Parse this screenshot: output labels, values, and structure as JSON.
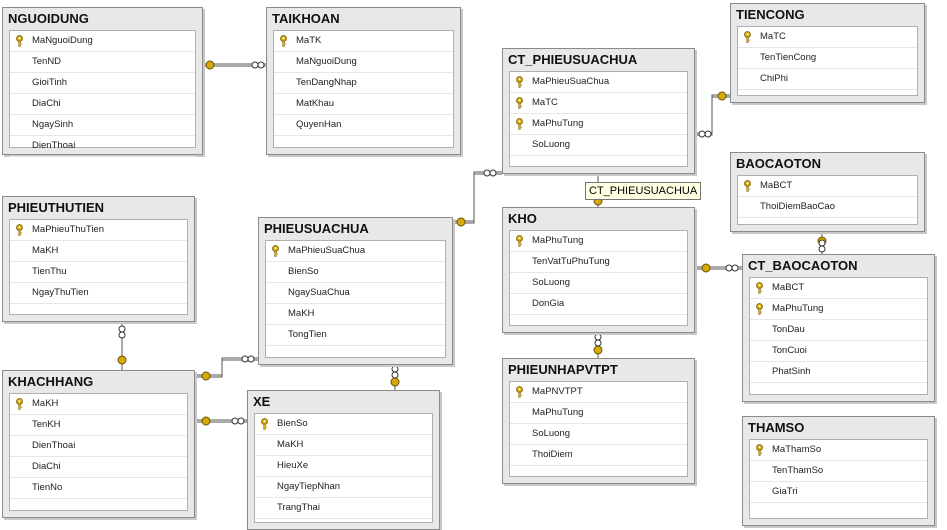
{
  "tables": [
    {
      "name": "NGUOIDUNG",
      "columns": [
        {
          "name": "MaNguoiDung",
          "pk": true
        },
        {
          "name": "TenND"
        },
        {
          "name": "GioiTinh"
        },
        {
          "name": "DiaChi"
        },
        {
          "name": "NgaySinh"
        },
        {
          "name": "DienThoai"
        }
      ]
    },
    {
      "name": "TAIKHOAN",
      "columns": [
        {
          "name": "MaTK",
          "pk": true
        },
        {
          "name": "MaNguoiDung"
        },
        {
          "name": "TenDangNhap"
        },
        {
          "name": "MatKhau"
        },
        {
          "name": "QuyenHan"
        }
      ]
    },
    {
      "name": "CT_PHIEUSUACHUA",
      "columns": [
        {
          "name": "MaPhieuSuaChua",
          "pk": true
        },
        {
          "name": "MaTC",
          "pk": true
        },
        {
          "name": "MaPhuTung",
          "pk": true
        },
        {
          "name": "SoLuong"
        }
      ]
    },
    {
      "name": "TIENCONG",
      "columns": [
        {
          "name": "MaTC",
          "pk": true
        },
        {
          "name": "TenTienCong"
        },
        {
          "name": "ChiPhi"
        }
      ]
    },
    {
      "name": "BAOCAOTON",
      "columns": [
        {
          "name": "MaBCT",
          "pk": true
        },
        {
          "name": "ThoiDiemBaoCao"
        }
      ]
    },
    {
      "name": "PHIEUTHUTIEN",
      "columns": [
        {
          "name": "MaPhieuThuTien",
          "pk": true
        },
        {
          "name": "MaKH"
        },
        {
          "name": "TienThu"
        },
        {
          "name": "NgayThuTien"
        }
      ]
    },
    {
      "name": "PHIEUSUACHUA",
      "columns": [
        {
          "name": "MaPhieuSuaChua",
          "pk": true
        },
        {
          "name": "BienSo"
        },
        {
          "name": "NgaySuaChua"
        },
        {
          "name": "MaKH"
        },
        {
          "name": "TongTien"
        }
      ]
    },
    {
      "name": "KHO",
      "columns": [
        {
          "name": "MaPhuTung",
          "pk": true
        },
        {
          "name": "TenVatTuPhuTung"
        },
        {
          "name": "SoLuong"
        },
        {
          "name": "DonGia"
        }
      ]
    },
    {
      "name": "CT_BAOCAOTON",
      "columns": [
        {
          "name": "MaBCT",
          "pk": true
        },
        {
          "name": "MaPhuTung",
          "pk": true
        },
        {
          "name": "TonDau"
        },
        {
          "name": "TonCuoi"
        },
        {
          "name": "PhatSinh"
        }
      ]
    },
    {
      "name": "KHACHHANG",
      "columns": [
        {
          "name": "MaKH",
          "pk": true
        },
        {
          "name": "TenKH"
        },
        {
          "name": "DienThoai"
        },
        {
          "name": "DiaChi"
        },
        {
          "name": "TienNo"
        }
      ]
    },
    {
      "name": "XE",
      "columns": [
        {
          "name": "BienSo",
          "pk": true
        },
        {
          "name": "MaKH"
        },
        {
          "name": "HieuXe"
        },
        {
          "name": "NgayTiepNhan"
        },
        {
          "name": "TrangThai"
        }
      ]
    },
    {
      "name": "PHIEUNHAPVTPT",
      "columns": [
        {
          "name": "MaPNVTPT",
          "pk": true
        },
        {
          "name": "MaPhuTung"
        },
        {
          "name": "SoLuong"
        },
        {
          "name": "ThoiDiem"
        }
      ]
    },
    {
      "name": "THAMSO",
      "columns": [
        {
          "name": "MaThamSo",
          "pk": true
        },
        {
          "name": "TenThamSo"
        },
        {
          "name": "GiaTri"
        }
      ]
    }
  ],
  "tooltip": "CT_PHIEUSUACHUA",
  "colors": {
    "key": "#d4a90a",
    "line": "#555555",
    "tooltip_bg": "#ffffe1"
  }
}
